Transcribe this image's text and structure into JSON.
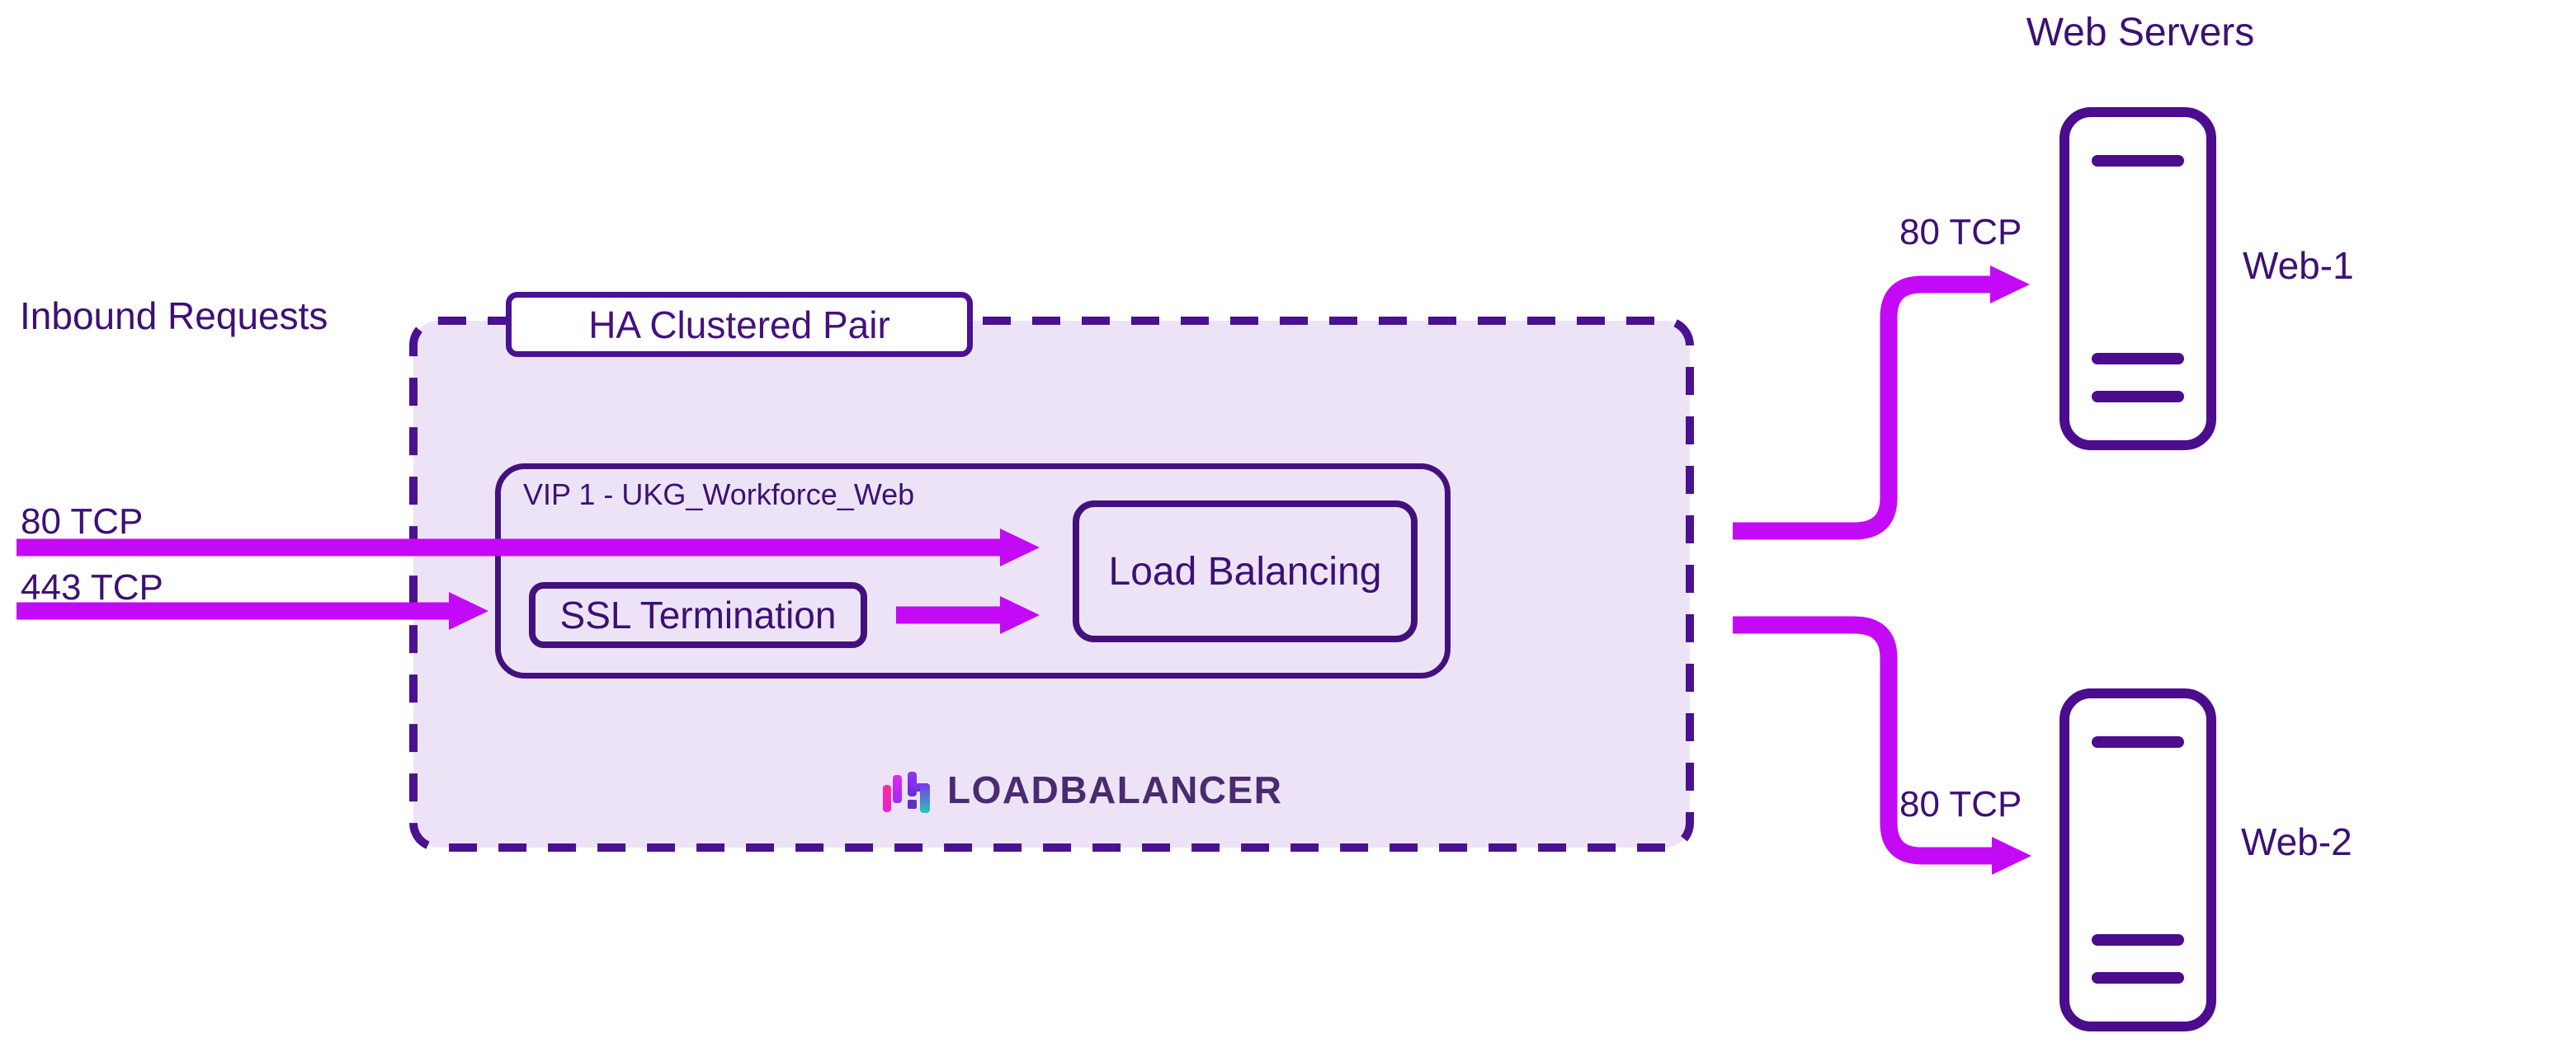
{
  "colors": {
    "text": "#3D1075",
    "box_border": "#43117E",
    "panel_border": "#4A1190",
    "panel_fill": "#ECE4F6",
    "arrow": "#C409F6",
    "server_icon": "#4B0C8D",
    "label_background": "#FFFFFF",
    "logo_text": "#4A2A70"
  },
  "inbound": {
    "title": "Inbound Requests",
    "flows": [
      {
        "label": "80 TCP"
      },
      {
        "label": "443 TCP"
      }
    ]
  },
  "cluster": {
    "title": "HA Clustered Pair",
    "vip": {
      "title": "VIP 1 - UKG_Workforce_Web",
      "ssl_termination": "SSL Termination",
      "load_balancing": "Load Balancing"
    },
    "brand": "LOADBALANCER"
  },
  "servers": {
    "title": "Web Servers",
    "items": [
      {
        "name": "Web-1",
        "port": "80 TCP"
      },
      {
        "name": "Web-2",
        "port": "80 TCP"
      }
    ]
  }
}
